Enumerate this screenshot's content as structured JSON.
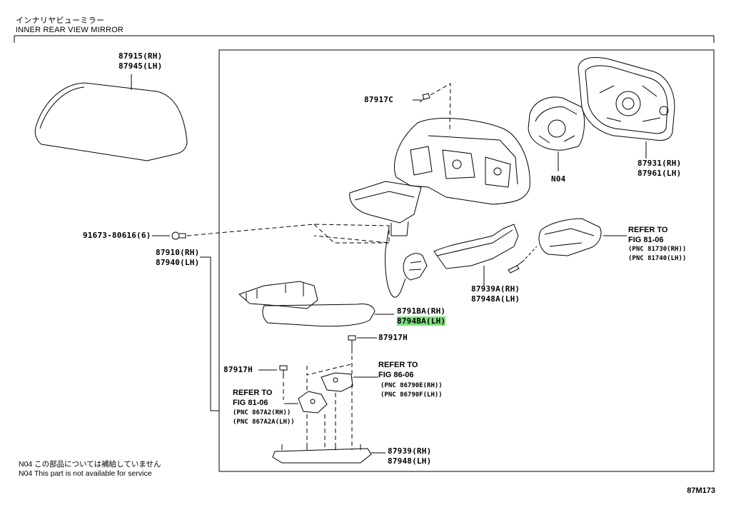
{
  "header": {
    "title_jp": "インナリヤビューミラー",
    "title_en": "INNER REAR VIEW MIRROR"
  },
  "labels": {
    "p87915": [
      "87915(RH)",
      "87945(LH)"
    ],
    "p87917C": "87917C",
    "n04_top": "N04",
    "p87931": [
      "87931(RH)",
      "87961(LH)"
    ],
    "p91673": "91673-80616(6)",
    "p87910": [
      "87910(RH)",
      "87940(LH)"
    ],
    "ref_81_top": {
      "refer": "REFER TO",
      "fig": "FIG 81-06",
      "pnc": [
        "(PNC 81730(RH))",
        "(PNC 81740(LH))"
      ]
    },
    "p87939A": [
      "87939A(RH)",
      "87948A(LH)"
    ],
    "p8791BA": "8791BA(RH)",
    "p8794BA": "8794BA(LH)",
    "p87917H_right": "87917H",
    "p87917H_left": "87917H",
    "ref_86": {
      "refer": "REFER TO",
      "fig": "FIG 86-06",
      "pnc": [
        "(PNC 86790E(RH))",
        "(PNC 86790F(LH))"
      ]
    },
    "ref_81_low": {
      "refer": "REFER TO",
      "fig": "FIG 81-06",
      "pnc": [
        "(PNC 867A2(RH))",
        "(PNC 867A2A(LH))"
      ]
    },
    "p87939": [
      "87939(RH)",
      "87948(LH)"
    ]
  },
  "notes": [
    "N04 この部品については補給していません",
    "N04 This part is not available for service"
  ],
  "figure_id": "87M173",
  "colors": {
    "highlight": "#7fe07f",
    "line": "#000000"
  }
}
